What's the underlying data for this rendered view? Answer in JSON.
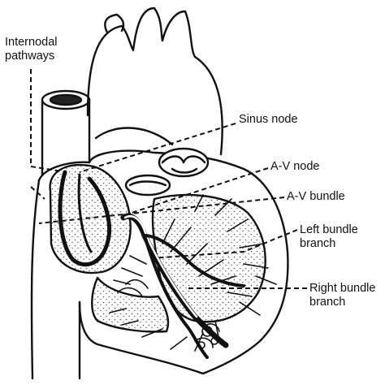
{
  "labels": {
    "internodal": {
      "line1": "Internodal",
      "line2": "pathways"
    },
    "sinus_node": "Sinus node",
    "av_node": "A-V node",
    "av_bundle": "A-V bundle",
    "left_bundle": {
      "line1": "Left bundle",
      "line2": "branch"
    },
    "right_bundle": {
      "line1": "Right bundle",
      "line2": "branch"
    }
  },
  "colors": {
    "ink": "#111111",
    "paper": "#ffffff",
    "stipple": "#555555"
  }
}
